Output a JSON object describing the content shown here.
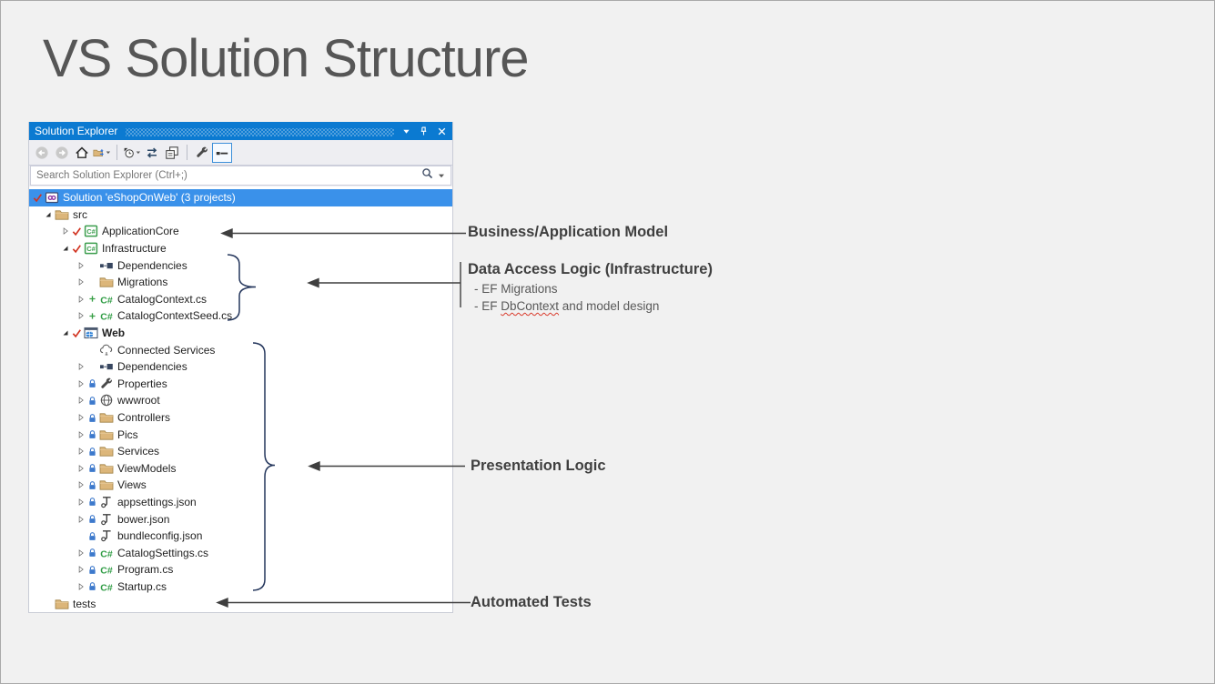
{
  "slide": {
    "title": "VS Solution Structure"
  },
  "colors": {
    "titlebar": "#0b7ad1",
    "selection": "#3a91ea",
    "toolbarbg": "#eeeef2",
    "arrow": "#3f3f3f",
    "brace": "#24365c",
    "folder": "#dcb67a",
    "green": "#379f45",
    "lock": "#3d79cc",
    "check": "#d1321f"
  },
  "panel": {
    "title": "Solution Explorer",
    "window_controls": [
      "window-position",
      "auto-hide-pin",
      "close"
    ],
    "toolbar": {
      "buttons": [
        {
          "name": "back",
          "icon": "navback",
          "disabled": true
        },
        {
          "name": "forward",
          "icon": "navfwd",
          "disabled": true
        },
        {
          "name": "home",
          "icon": "home"
        },
        {
          "name": "switch-views",
          "icon": "switch",
          "dropdown": true
        },
        {
          "sep": true
        },
        {
          "name": "pending-changes-filter",
          "icon": "clock",
          "dropdown": true
        },
        {
          "name": "sync-with-active-document",
          "icon": "sync"
        },
        {
          "name": "collapse-all",
          "icon": "collapseall"
        },
        {
          "sep": true
        },
        {
          "name": "properties",
          "icon": "wrench"
        },
        {
          "name": "preview-selected-items",
          "icon": "preview",
          "active": true
        }
      ]
    },
    "search": {
      "placeholder": "Search Solution Explorer (Ctrl+;)",
      "value": "",
      "icons": [
        "search-icon",
        "dropdown-caret-icon"
      ]
    },
    "tree": {
      "rows": [
        {
          "label": "Solution 'eShopOnWeb' (3 projects)",
          "indent": 0,
          "expander": "",
          "badge": "check",
          "icon": "sol",
          "selected": true
        },
        {
          "label": "src",
          "indent": 1,
          "expander": "e",
          "badge": "",
          "icon": "folder"
        },
        {
          "label": "ApplicationCore",
          "indent": 2,
          "expander": "c",
          "badge": "check",
          "icon": "csproj"
        },
        {
          "label": "Infrastructure",
          "indent": 2,
          "expander": "e",
          "badge": "check",
          "icon": "csproj"
        },
        {
          "label": "Dependencies",
          "indent": 3,
          "expander": "c",
          "badge": "",
          "icon": "nuget"
        },
        {
          "label": "Migrations",
          "indent": 3,
          "expander": "c",
          "badge": "",
          "icon": "folder"
        },
        {
          "label": "CatalogContext.cs",
          "indent": 3,
          "expander": "c",
          "badge": "plus",
          "icon": "csfile"
        },
        {
          "label": "CatalogContextSeed.cs",
          "indent": 3,
          "expander": "c",
          "badge": "plus",
          "icon": "csfile"
        },
        {
          "label": "Web",
          "indent": 2,
          "expander": "e",
          "badge": "check",
          "icon": "webproj",
          "bold": true
        },
        {
          "label": "Connected Services",
          "indent": 3,
          "expander": "",
          "badge": "",
          "icon": "cloud"
        },
        {
          "label": "Dependencies",
          "indent": 3,
          "expander": "c",
          "badge": "",
          "icon": "nuget"
        },
        {
          "label": "Properties",
          "indent": 3,
          "expander": "c",
          "badge": "lock",
          "icon": "wrench"
        },
        {
          "label": "wwwroot",
          "indent": 3,
          "expander": "c",
          "badge": "lock",
          "icon": "globe"
        },
        {
          "label": "Controllers",
          "indent": 3,
          "expander": "c",
          "badge": "lock",
          "icon": "folder"
        },
        {
          "label": "Pics",
          "indent": 3,
          "expander": "c",
          "badge": "lock",
          "icon": "folder"
        },
        {
          "label": "Services",
          "indent": 3,
          "expander": "c",
          "badge": "lock",
          "icon": "folder"
        },
        {
          "label": "ViewModels",
          "indent": 3,
          "expander": "c",
          "badge": "lock",
          "icon": "folder"
        },
        {
          "label": "Views",
          "indent": 3,
          "expander": "c",
          "badge": "lock",
          "icon": "folder"
        },
        {
          "label": "appsettings.json",
          "indent": 3,
          "expander": "c",
          "badge": "lock",
          "icon": "json"
        },
        {
          "label": "bower.json",
          "indent": 3,
          "expander": "c",
          "badge": "lock",
          "icon": "json"
        },
        {
          "label": "bundleconfig.json",
          "indent": 3,
          "expander": "",
          "badge": "lock",
          "icon": "json"
        },
        {
          "label": "CatalogSettings.cs",
          "indent": 3,
          "expander": "c",
          "badge": "lock",
          "icon": "csfile"
        },
        {
          "label": "Program.cs",
          "indent": 3,
          "expander": "c",
          "badge": "lock",
          "icon": "csfile"
        },
        {
          "label": "Startup.cs",
          "indent": 3,
          "expander": "c",
          "badge": "lock",
          "icon": "csfile"
        },
        {
          "label": "tests",
          "indent": 1,
          "expander": "",
          "badge": "",
          "icon": "folder"
        }
      ]
    }
  },
  "annotations": [
    {
      "title": "Business/Application Model"
    },
    {
      "title": "Data Access Logic (Infrastructure)",
      "item1": "- EF Migrations",
      "item2_prefix": "- EF ",
      "item2_word": "DbContext",
      "item2_suffix": " and model design"
    },
    {
      "title": "Presentation Logic"
    },
    {
      "title": "Automated Tests"
    }
  ]
}
